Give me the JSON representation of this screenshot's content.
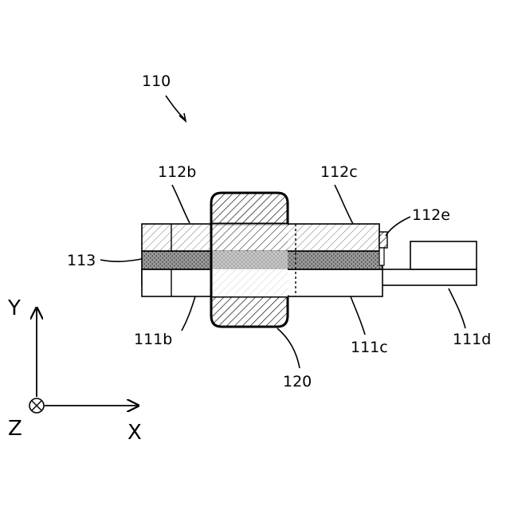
{
  "labels": {
    "assembly": "110",
    "layer_112b": "112b",
    "layer_112c": "112c",
    "part_112e": "112e",
    "layer_113": "113",
    "part_111b": "111b",
    "part_111c": "111c",
    "part_111d": "111d",
    "core_120": "120"
  },
  "axes": {
    "y": "Y",
    "x": "X",
    "z": "Z"
  }
}
